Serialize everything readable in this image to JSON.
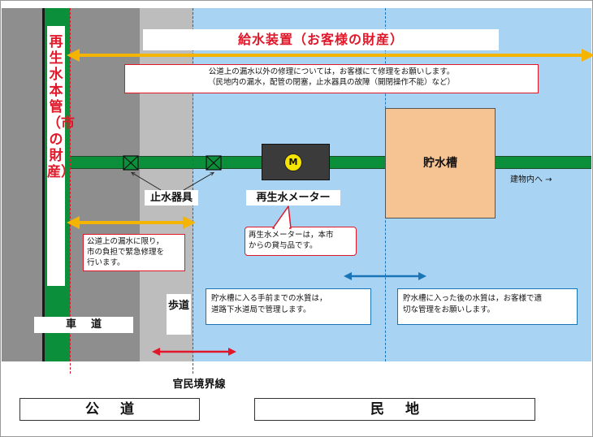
{
  "title": "給水装置（お客様の財産）",
  "main_pipe_label": "再生水本管（市の財産）",
  "notes": {
    "repair_note_line1": "公道上の漏水以外の修理については，お客様にて修理をお願いします。",
    "repair_note_line2": "（民地内の漏水，配管の閉塞，止水器具の故障（開閉操作不能）など）",
    "city_repair_line1": "公道上の漏水に限り，",
    "city_repair_line2": "市の負担で緊急修理を",
    "city_repair_line3": "行います。",
    "meter_loan_line1": "再生水メーターは，本市",
    "meter_loan_line2": "からの貸与品です。",
    "before_tank_line1": "貯水槽に入る手前までの水質は，",
    "before_tank_line2": "道路下水道局で管理します。",
    "after_tank_line1": "貯水槽に入った後の水質は，お客様で適",
    "after_tank_line2": "切な管理をお願いします。"
  },
  "labels": {
    "stop_valve": "止水器具",
    "meter": "再生水メーター",
    "meter_symbol": "M",
    "tank": "貯水槽",
    "to_building": "建物内へ →",
    "roadway": "車道",
    "sidewalk": "歩道",
    "boundary": "官民境界線",
    "public_road": "公道",
    "private_land": "民地"
  },
  "colors": {
    "pipe_green": "#0c8f3a",
    "red": "#e0182a",
    "blue": "#1a74b8",
    "orange_arrow": "#f4b400",
    "private_area": "#a9d3f3",
    "road": "#8e8e8e",
    "sidewalk": "#bdbdbd",
    "tank": "#f6c393",
    "meter_yellow": "#f5e400"
  }
}
